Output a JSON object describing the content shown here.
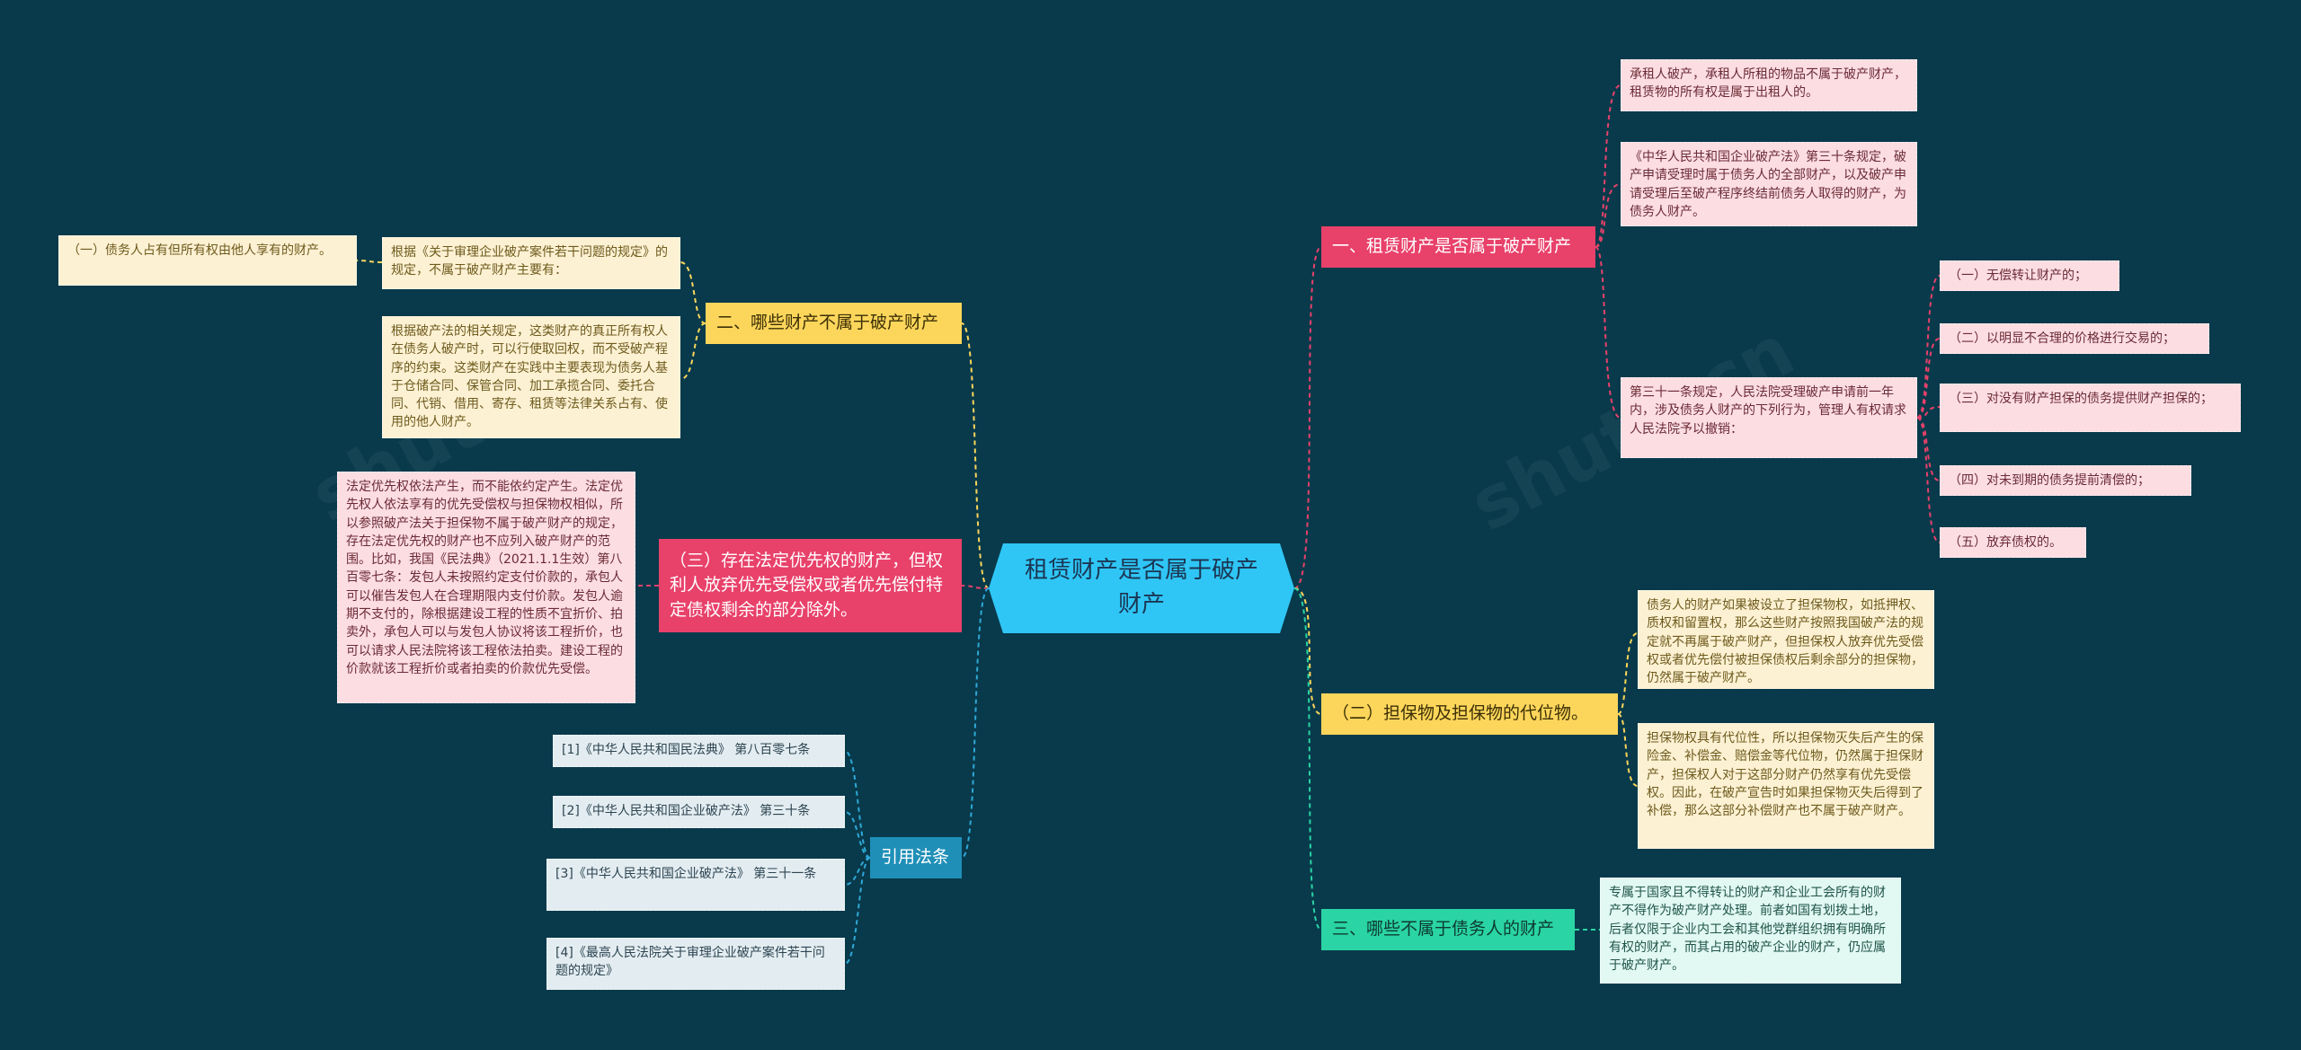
{
  "root": {
    "label": "租赁财产是否属于破产财产"
  },
  "watermark": "shutu.cn",
  "colors": {
    "background": "#083a4b",
    "root": "#2fc6f6",
    "pink": "#e8416a",
    "yellow": "#fcd65b",
    "teal": "#2ad4a4",
    "blue": "#1f8fb8"
  },
  "branches": [
    {
      "label": "一、租赁财产是否属于破产财产",
      "leaves": [
        {
          "text": "承租人破产，承租人所租的物品不属于破产财产，租赁物的所有权是属于出租人的。"
        },
        {
          "text": "《中华人民共和国企业破产法》第三十条规定，破产申请受理时属于债务人的全部财产，以及破产申请受理后至破产程序终结前债务人取得的财产，为债务人财产。"
        },
        {
          "text": "第三十一条规定，人民法院受理破产申请前一年内，涉及债务人财产的下列行为，管理人有权请求人民法院予以撤销：",
          "children": [
            "（一）无偿转让财产的；",
            "（二）以明显不合理的价格进行交易的；",
            "（三）对没有财产担保的债务提供财产担保的；",
            "（四）对未到期的债务提前清偿的；",
            "（五）放弃债权的。"
          ]
        }
      ]
    },
    {
      "label": "（二）担保物及担保物的代位物。",
      "leaves": [
        {
          "text": "债务人的财产如果被设立了担保物权，如抵押权、质权和留置权，那么这些财产按照我国破产法的规定就不再属于破产财产，但担保权人放弃优先受偿权或者优先偿付被担保债权后剩余部分的担保物，仍然属于破产财产。"
        },
        {
          "text": "担保物权具有代位性，所以担保物灭失后产生的保险金、补偿金、赔偿金等代位物，仍然属于担保财产，担保权人对于这部分财产仍然享有优先受偿权。因此，在破产宣告时如果担保物灭失后得到了补偿，那么这部分补偿财产也不属于破产财产。"
        }
      ]
    },
    {
      "label": "三、哪些不属于债务人的财产",
      "leaves": [
        {
          "text": "专属于国家且不得转让的财产和企业工会所有的财产不得作为破产财产处理。前者如国有划拨土地，后者仅限于企业内工会和其他党群组织拥有明确所有权的财产，而其占用的破产企业的财产，仍应属于破产财产。"
        }
      ]
    },
    {
      "label": "二、哪些财产不属于破产财产",
      "leaves": [
        {
          "text": "根据《关于审理企业破产案件若干问题的规定》的规定，不属于破产财产主要有：",
          "children": [
            "（一）债务人占有但所有权由他人享有的财产。"
          ]
        },
        {
          "text": "根据破产法的相关规定，这类财产的真正所有权人在债务人破产时，可以行使取回权，而不受破产程序的约束。这类财产在实践中主要表现为债务人基于仓储合同、保管合同、加工承揽合同、委托合同、代销、借用、寄存、租赁等法律关系占有、使用的他人财产。"
        }
      ]
    },
    {
      "label": "（三）存在法定优先权的财产，但权利人放弃优先受偿权或者优先偿付特定债权剩余的部分除外。",
      "leaves": [
        {
          "text": "法定优先权依法产生，而不能依约定产生。法定优先权人依法享有的优先受偿权与担保物权相似，所以参照破产法关于担保物不属于破产财产的规定，存在法定优先权的财产也不应列入破产财产的范围。比如，我国《民法典》（2021.1.1生效）第八百零七条：发包人未按照约定支付价款的，承包人可以催告发包人在合理期限内支付价款。发包人逾期不支付的，除根据建设工程的性质不宜折价、拍卖外，承包人可以与发包人协议将该工程折价，也可以请求人民法院将该工程依法拍卖。建设工程的价款就该工程折价或者拍卖的价款优先受偿。"
        }
      ]
    },
    {
      "label": "引用法条",
      "leaves": [
        {
          "text": "[1]《中华人民共和国民法典》 第八百零七条"
        },
        {
          "text": "[2]《中华人民共和国企业破产法》 第三十条"
        },
        {
          "text": "[3]《中华人民共和国企业破产法》 第三十一条"
        },
        {
          "text": "[4]《最高人民法院关于审理企业破产案件若干问题的规定》"
        }
      ]
    }
  ]
}
